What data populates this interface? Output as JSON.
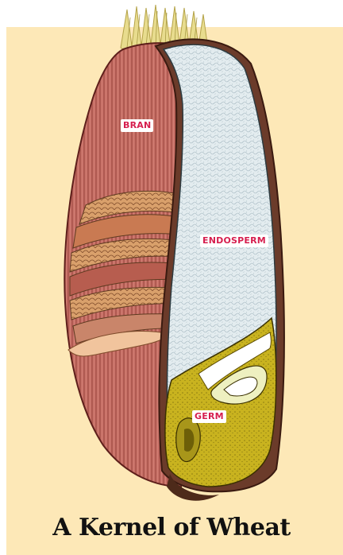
{
  "title": "A Kernel of Wheat",
  "labels": {
    "bran": "BRAN",
    "endosperm": "ENDOSPERM",
    "germ": "GERM"
  },
  "colors": {
    "background_panel": "#fde8b7",
    "bran": "#c56c63",
    "bran_dark": "#7a2f2a",
    "bran_layers": "#d8a36f",
    "endosperm": "#dfe8ec",
    "germ": "#c7b21d",
    "brush": "#e6d98b",
    "label_text": "#d61e4e",
    "label_bg": "#ffffff"
  }
}
